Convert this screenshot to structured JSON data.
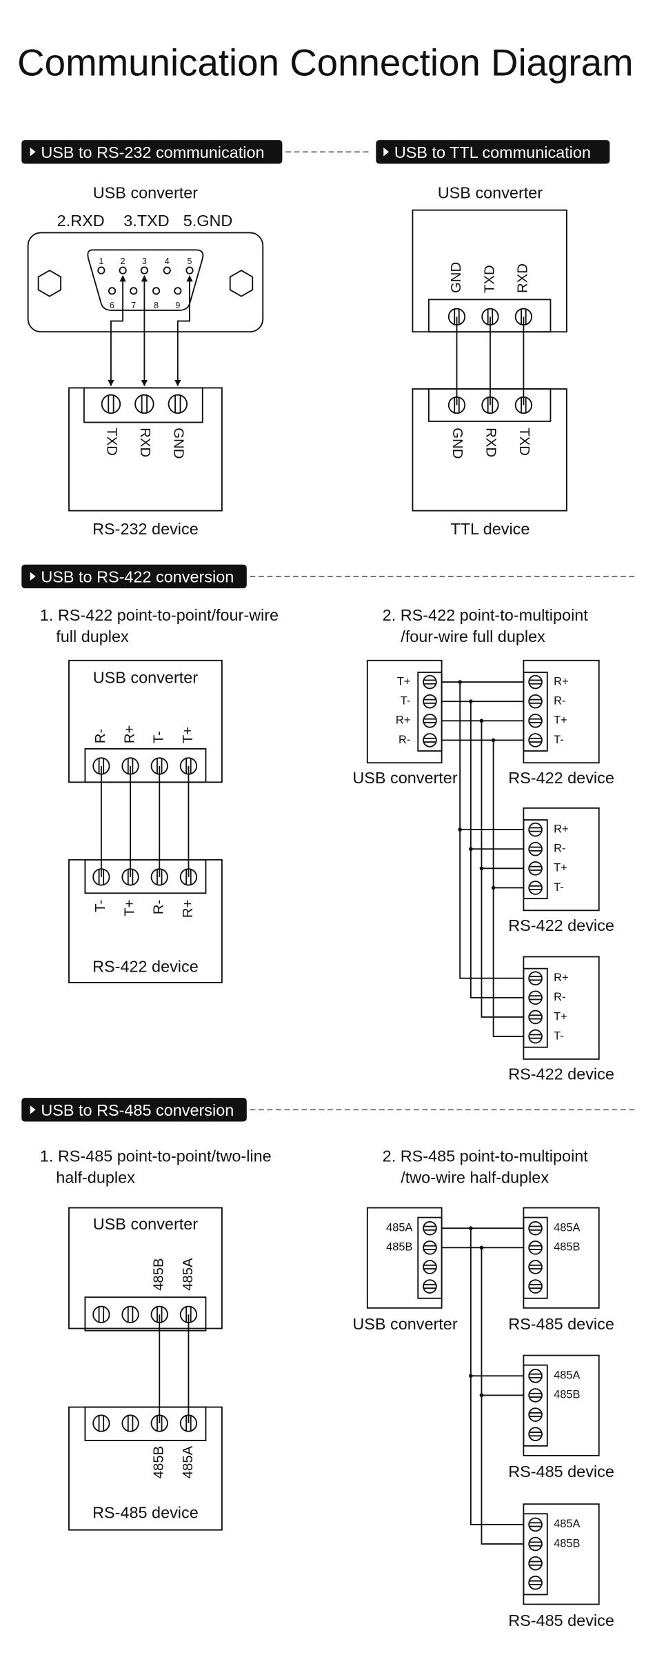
{
  "title": "Communication Connection Diagram",
  "sections": [
    {
      "label": "USB to RS-232 communication"
    },
    {
      "label": "USB to TTL communication"
    },
    {
      "label": "USB to RS-422 conversion"
    },
    {
      "label": "USB to RS-485 conversion"
    }
  ],
  "rs232": {
    "converter": "USB converter",
    "pin_labels": [
      "2.RXD",
      "3.TXD",
      "5.GND"
    ],
    "pin_numbers": [
      "1",
      "2",
      "3",
      "4",
      "5",
      "6",
      "7",
      "8",
      "9"
    ],
    "device_pins": [
      "TXD",
      "RXD",
      "GND"
    ],
    "device": "RS-232 device"
  },
  "ttl": {
    "converter": "USB converter",
    "converter_pins": [
      "GND",
      "TXD",
      "RXD"
    ],
    "device_pins": [
      "GND",
      "RXD",
      "TXD"
    ],
    "device": "TTL device"
  },
  "rs422_p2p": {
    "caption": [
      "1. RS-422 point-to-point/four-wire",
      "full duplex"
    ],
    "converter": "USB converter",
    "converter_pins": [
      "R-",
      "R+",
      "T-",
      "T+"
    ],
    "device_pins": [
      "T-",
      "T+",
      "R-",
      "R+"
    ],
    "device": "RS-422 device"
  },
  "rs422_multi": {
    "caption": [
      "2. RS-422 point-to-multipoint",
      "/four-wire full duplex"
    ],
    "converter": "USB converter",
    "converter_pins": [
      "T+",
      "T-",
      "R+",
      "R-"
    ],
    "device_pins": [
      "R+",
      "R-",
      "T+",
      "T-"
    ],
    "devices": [
      "RS-422 device",
      "RS-422 device",
      "RS-422 device"
    ]
  },
  "rs485_p2p": {
    "caption": [
      "1. RS-485 point-to-point/two-line",
      "half-duplex"
    ],
    "converter": "USB converter",
    "converter_pins": [
      "485B",
      "485A"
    ],
    "device_pins": [
      "485B",
      "485A"
    ],
    "device": "RS-485 device"
  },
  "rs485_multi": {
    "caption": [
      "2. RS-485 point-to-multipoint",
      "/two-wire half-duplex"
    ],
    "converter": "USB converter",
    "converter_pins": [
      "485A",
      "485B"
    ],
    "device_pins": [
      "485A",
      "485B"
    ],
    "devices": [
      "RS-485 device",
      "RS-485 device",
      "RS-485 device"
    ]
  }
}
